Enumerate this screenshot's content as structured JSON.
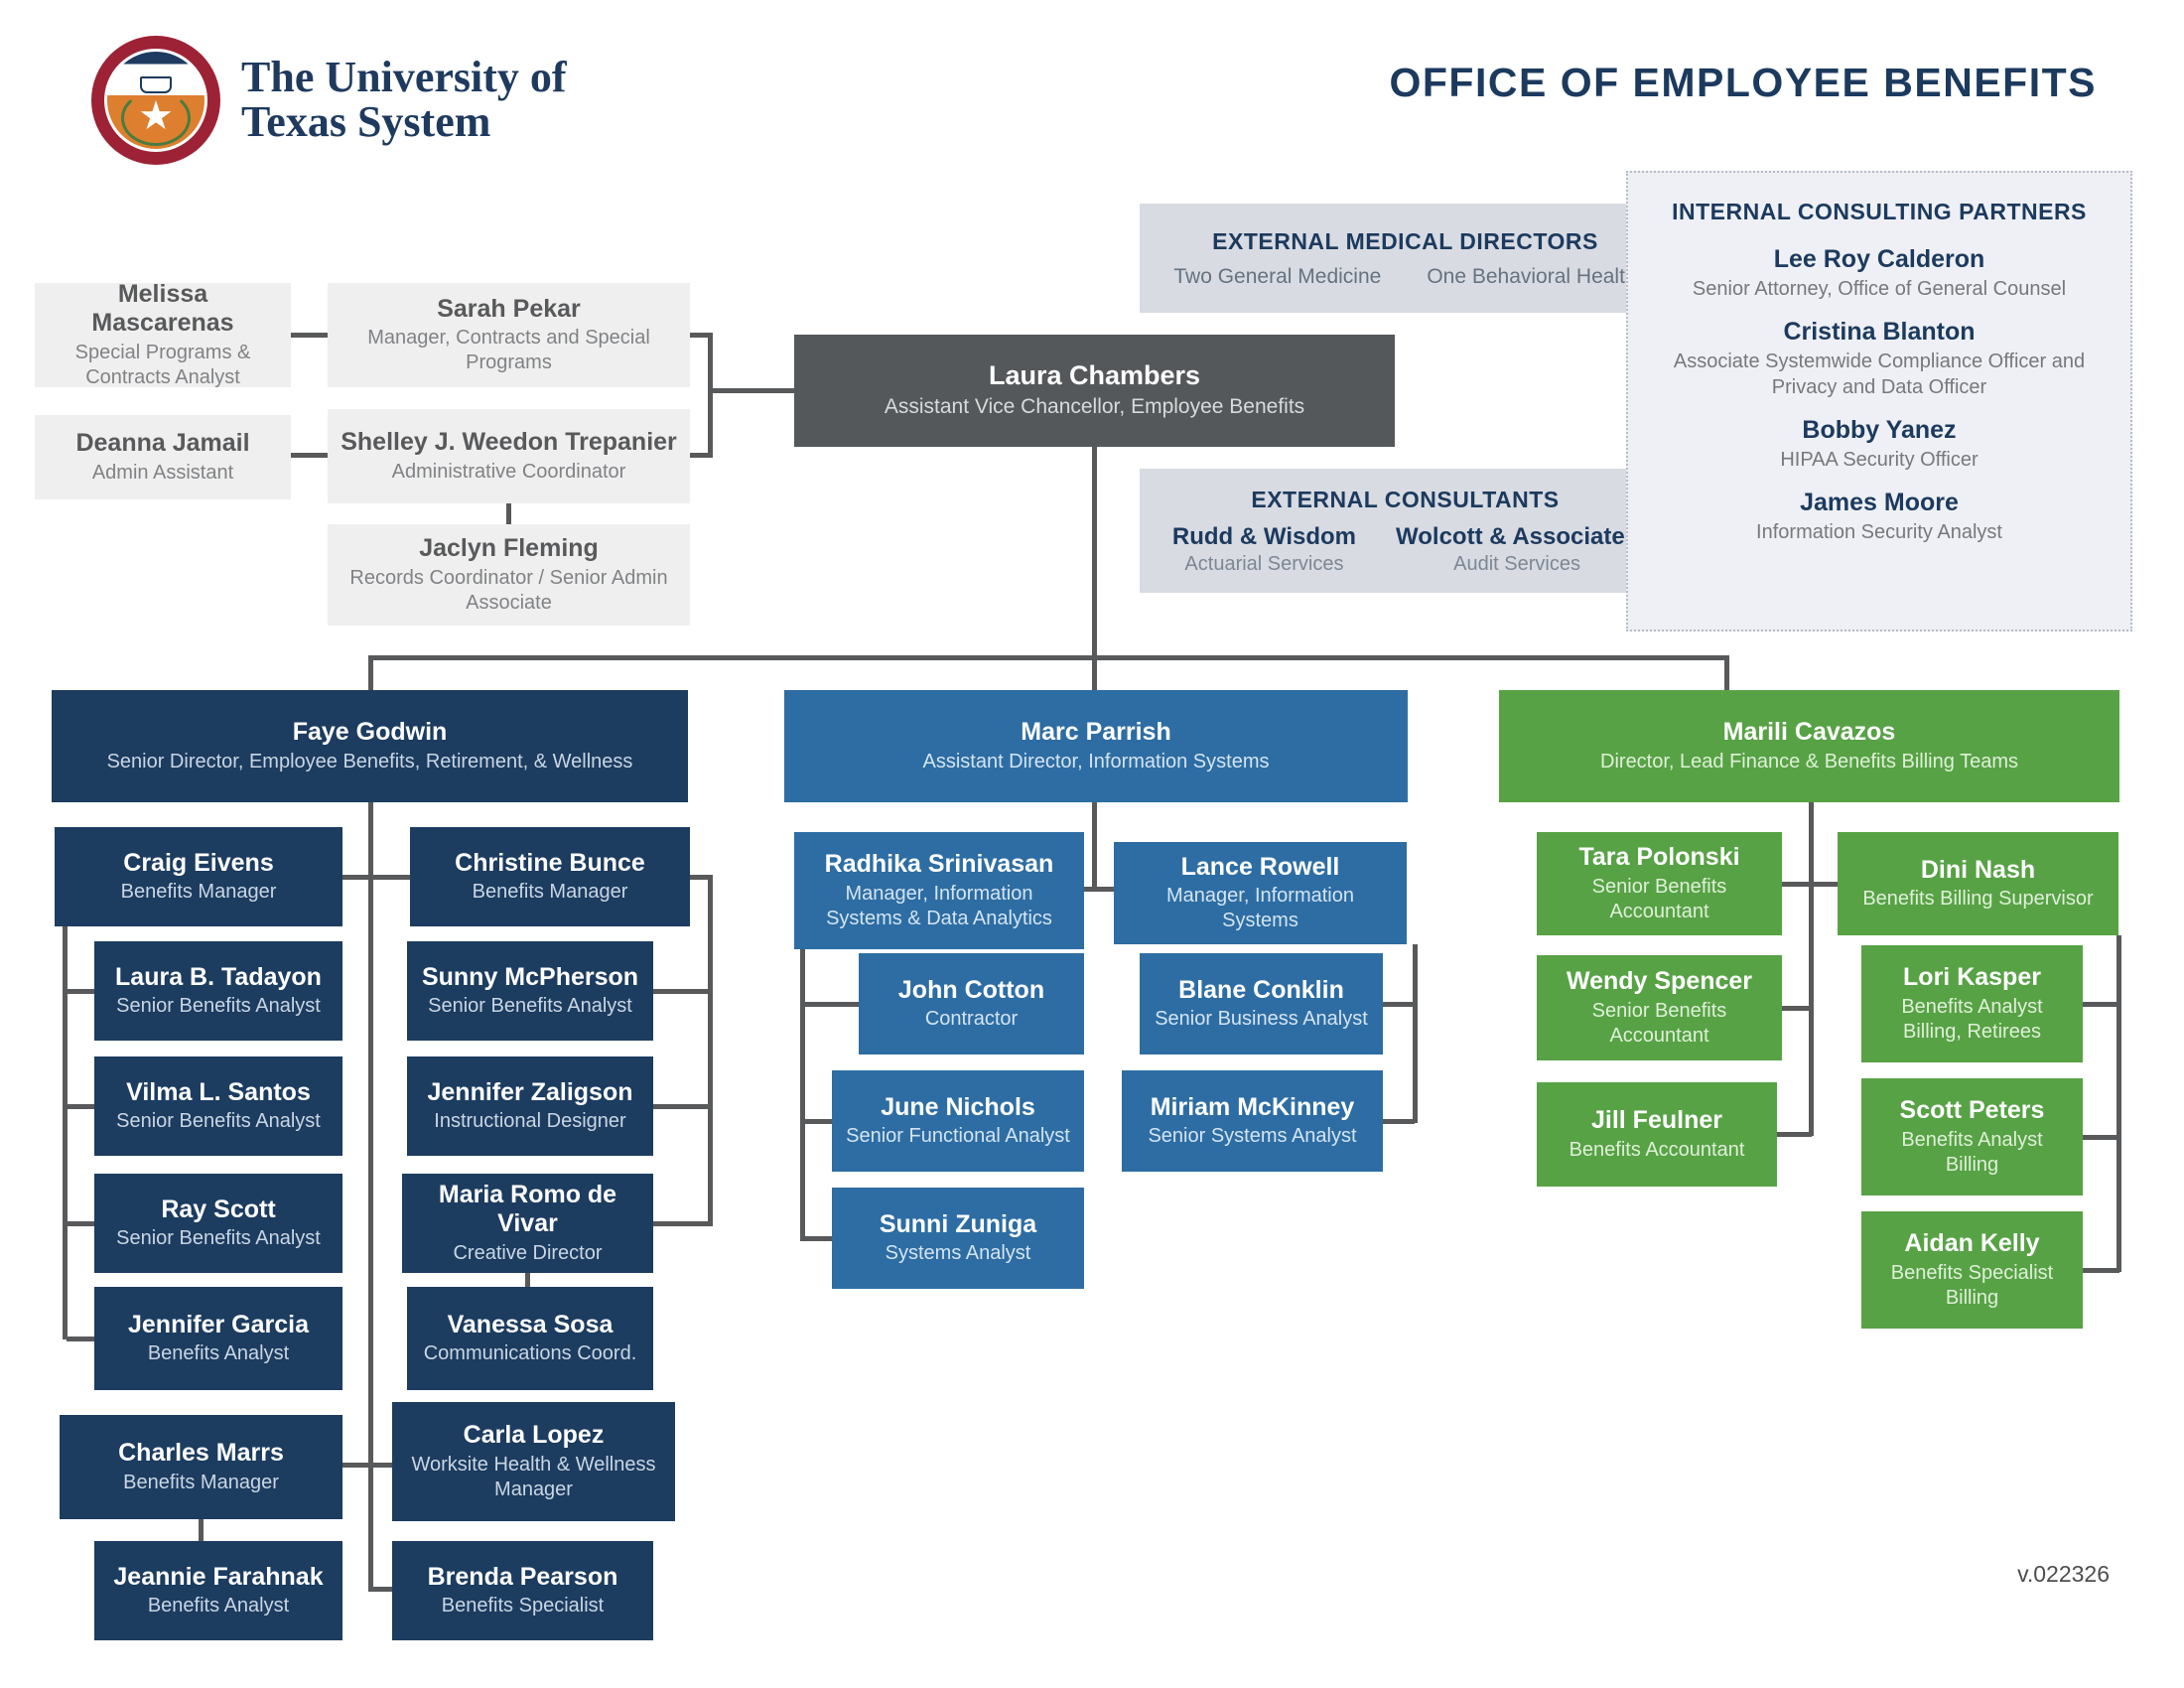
{
  "header": {
    "org_name_line1": "The University of",
    "org_name_line2": "Texas System",
    "page_title": "OFFICE OF EMPLOYEE BENEFITS",
    "version": "v.022326"
  },
  "colors": {
    "navy": "#1c3c60",
    "blue": "#2d6da3",
    "green": "#57a245",
    "charcoal": "#54585a",
    "light_gray_box": "#efefef",
    "panel_gray": "#d8dbe2",
    "internal_panel": "#eef0f5",
    "title_navy": "#1c3a5e",
    "connector_gray": "#58595b",
    "seal_red": "#9d2235"
  },
  "panels": {
    "external_medical": {
      "title": "EXTERNAL MEDICAL DIRECTORS",
      "items": [
        "Two General Medicine",
        "One Behavioral Health"
      ]
    },
    "external_consultants": {
      "title": "EXTERNAL CONSULTANTS",
      "firms": [
        {
          "name": "Rudd & Wisdom",
          "service": "Actuarial Services"
        },
        {
          "name": "Wolcott & Associates",
          "service": "Audit Services"
        }
      ]
    },
    "internal_consulting": {
      "title": "INTERNAL CONSULTING PARTNERS",
      "partners": [
        {
          "name": "Lee Roy Calderon",
          "title": "Senior Attorney, Office of General Counsel"
        },
        {
          "name": "Cristina Blanton",
          "title": "Associate Systemwide Compliance Officer and Privacy and Data Officer"
        },
        {
          "name": "Bobby Yanez",
          "title": "HIPAA Security Officer"
        },
        {
          "name": "James Moore",
          "title": "Information Security Analyst"
        }
      ]
    }
  },
  "nodes": {
    "melissa": {
      "name": "Melissa Mascarenas",
      "title": "Special Programs & Contracts Analyst"
    },
    "sarah": {
      "name": "Sarah Pekar",
      "title": "Manager, Contracts and Special Programs"
    },
    "deanna": {
      "name": "Deanna Jamail",
      "title": "Admin Assistant"
    },
    "shelley": {
      "name": "Shelley J. Weedon Trepanier",
      "title": "Administrative Coordinator"
    },
    "jaclyn": {
      "name": "Jaclyn Fleming",
      "title": "Records Coordinator / Senior Admin Associate"
    },
    "laura": {
      "name": "Laura Chambers",
      "title": "Assistant Vice Chancellor, Employee Benefits"
    },
    "faye": {
      "name": "Faye Godwin",
      "title": "Senior Director, Employee Benefits, Retirement, & Wellness"
    },
    "craig": {
      "name": "Craig Eivens",
      "title": "Benefits Manager"
    },
    "christine": {
      "name": "Christine Bunce",
      "title": "Benefits Manager"
    },
    "tadayon": {
      "name": "Laura B. Tadayon",
      "title": "Senior Benefits Analyst"
    },
    "vilma": {
      "name": "Vilma L. Santos",
      "title": "Senior Benefits Analyst"
    },
    "ray": {
      "name": "Ray Scott",
      "title": "Senior Benefits Analyst"
    },
    "garcia": {
      "name": "Jennifer Garcia",
      "title": "Benefits Analyst"
    },
    "sunny": {
      "name": "Sunny McPherson",
      "title": "Senior Benefits Analyst"
    },
    "zaligson": {
      "name": "Jennifer Zaligson",
      "title": "Instructional Designer"
    },
    "maria": {
      "name": "Maria Romo de Vivar",
      "title": "Creative Director"
    },
    "vanessa": {
      "name": "Vanessa Sosa",
      "title": "Communications Coord."
    },
    "charles": {
      "name": "Charles Marrs",
      "title": "Benefits Manager"
    },
    "jeannie": {
      "name": "Jeannie Farahnak",
      "title": "Benefits Analyst"
    },
    "carla": {
      "name": "Carla Lopez",
      "title": "Worksite Health & Wellness Manager"
    },
    "brenda": {
      "name": "Brenda Pearson",
      "title": "Benefits Specialist"
    },
    "marc": {
      "name": "Marc Parrish",
      "title": "Assistant Director, Information Systems"
    },
    "radhika": {
      "name": "Radhika Srinivasan",
      "title": "Manager, Information Systems & Data Analytics"
    },
    "lance": {
      "name": "Lance Rowell",
      "title": "Manager, Information Systems"
    },
    "cotton": {
      "name": "John Cotton",
      "title": "Contractor"
    },
    "nichols": {
      "name": "June Nichols",
      "title": "Senior Functional Analyst"
    },
    "zuniga": {
      "name": "Sunni Zuniga",
      "title": "Systems Analyst"
    },
    "blane": {
      "name": "Blane Conklin",
      "title": "Senior Business Analyst"
    },
    "miriam": {
      "name": "Miriam McKinney",
      "title": "Senior Systems Analyst"
    },
    "marili": {
      "name": "Marili Cavazos",
      "title": "Director, Lead Finance & Benefits Billing Teams"
    },
    "tara": {
      "name": "Tara Polonski",
      "title": "Senior Benefits Accountant"
    },
    "dini": {
      "name": "Dini Nash",
      "title": "Benefits Billing Supervisor"
    },
    "wendy": {
      "name": "Wendy Spencer",
      "title": "Senior Benefits Accountant"
    },
    "jill": {
      "name": "Jill Feulner",
      "title": "Benefits Accountant"
    },
    "lori": {
      "name": "Lori Kasper",
      "title": "Benefits Analyst Billing, Retirees"
    },
    "scott": {
      "name": "Scott Peters",
      "title": "Benefits Analyst Billing"
    },
    "aidan": {
      "name": "Aidan Kelly",
      "title": "Benefits Specialist Billing"
    }
  }
}
